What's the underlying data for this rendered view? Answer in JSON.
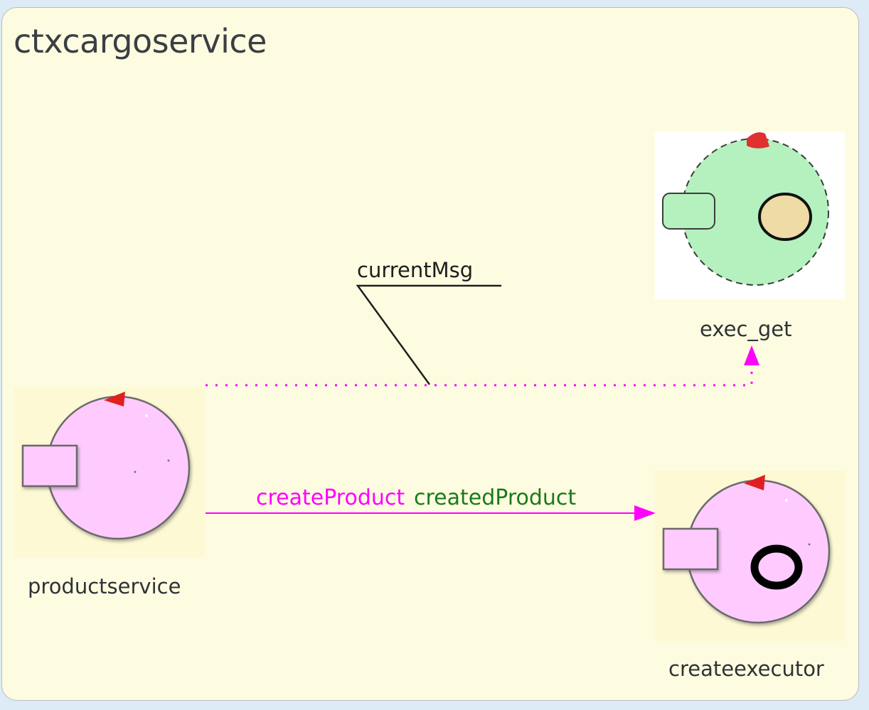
{
  "context": {
    "title": "ctxcargoservice"
  },
  "nodes": {
    "productservice": {
      "label": "productservice",
      "kind": "actor"
    },
    "exec_get": {
      "label": "exec_get",
      "kind": "dynamic-actor"
    },
    "createexecutor": {
      "label": "createexecutor",
      "kind": "actor"
    }
  },
  "edges": {
    "product_to_executor": {
      "label_request": "createProduct",
      "label_reply": "createdProduct"
    },
    "product_to_exec_get": {
      "note": "currentMsg"
    }
  },
  "colors": {
    "context_bg": "#fefce0",
    "actor_fill": "#ffcbfe",
    "dynamic_actor_fill": "#b4f1bf",
    "edge_magenta": "#ff00ff",
    "reply_green": "#1a7a1a",
    "port_red": "#e03030"
  }
}
